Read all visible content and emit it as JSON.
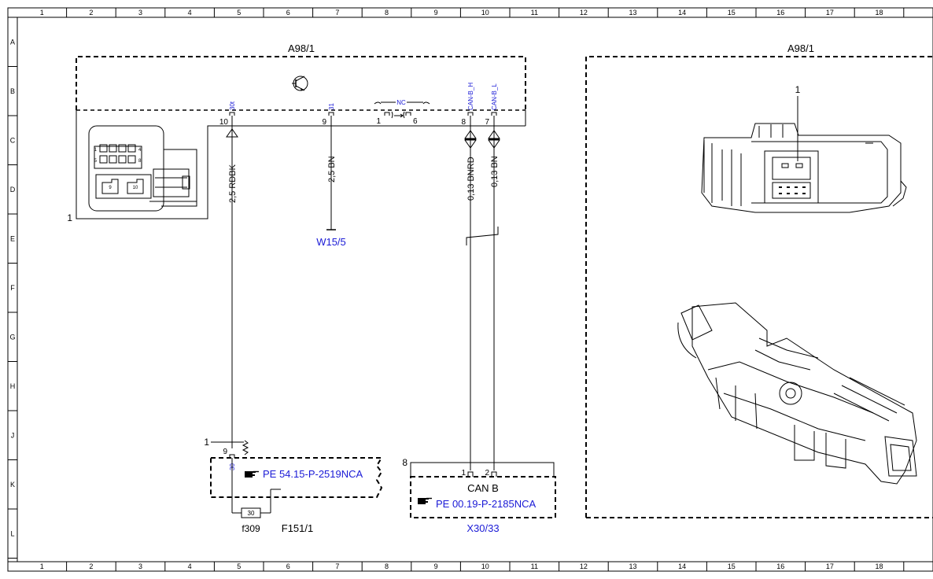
{
  "frame": {
    "columns": [
      "1",
      "2",
      "3",
      "4",
      "5",
      "6",
      "7",
      "8",
      "9",
      "10",
      "11",
      "12",
      "13",
      "14",
      "15",
      "16",
      "17",
      "18"
    ],
    "rows": [
      "A",
      "B",
      "C",
      "D",
      "E",
      "F",
      "G",
      "H",
      "J",
      "K",
      "L"
    ]
  },
  "component": {
    "title_left": "A98/1",
    "title_right": "A98/1",
    "callout_left": "1",
    "callout_right": "1"
  },
  "connector_view": {
    "pins_row1_left": "1",
    "pins_row1_right": "4",
    "pins_row2_left": "5",
    "pins_row2_right": "8",
    "big_pin_a": "9",
    "big_pin_b": "10"
  },
  "pins": {
    "p10_num": "10",
    "p10_sig": "30t",
    "p9_num": "9",
    "p9_sig": "31",
    "nc_label": "NC",
    "nc_pin1": "1",
    "nc_pin6": "6",
    "p8_num": "8",
    "p8_sig": "CAN-B_H",
    "p7_num": "7",
    "p7_sig": "CAN-B_L"
  },
  "wires": {
    "w1": "2,5 RDBK",
    "w2": "2,5 BN",
    "w3": "0,13 BNRD",
    "w4": "0,13 BN"
  },
  "ground": {
    "label": "W15/5"
  },
  "fuse_box": {
    "callout": "1",
    "pin": "9",
    "pin_sig": "30",
    "ref": "PE 54.15-P-2519NCA",
    "fuse_value": "30",
    "fuse_id": "f309",
    "component": "F151/1"
  },
  "can_box": {
    "callout": "8",
    "pin1": "1",
    "pin2": "2",
    "name": "CAN B",
    "ref": "PE 00.19-P-2185NCA",
    "component": "X30/33"
  },
  "colors": {
    "link": "#1a1ad6",
    "line": "#000000"
  }
}
